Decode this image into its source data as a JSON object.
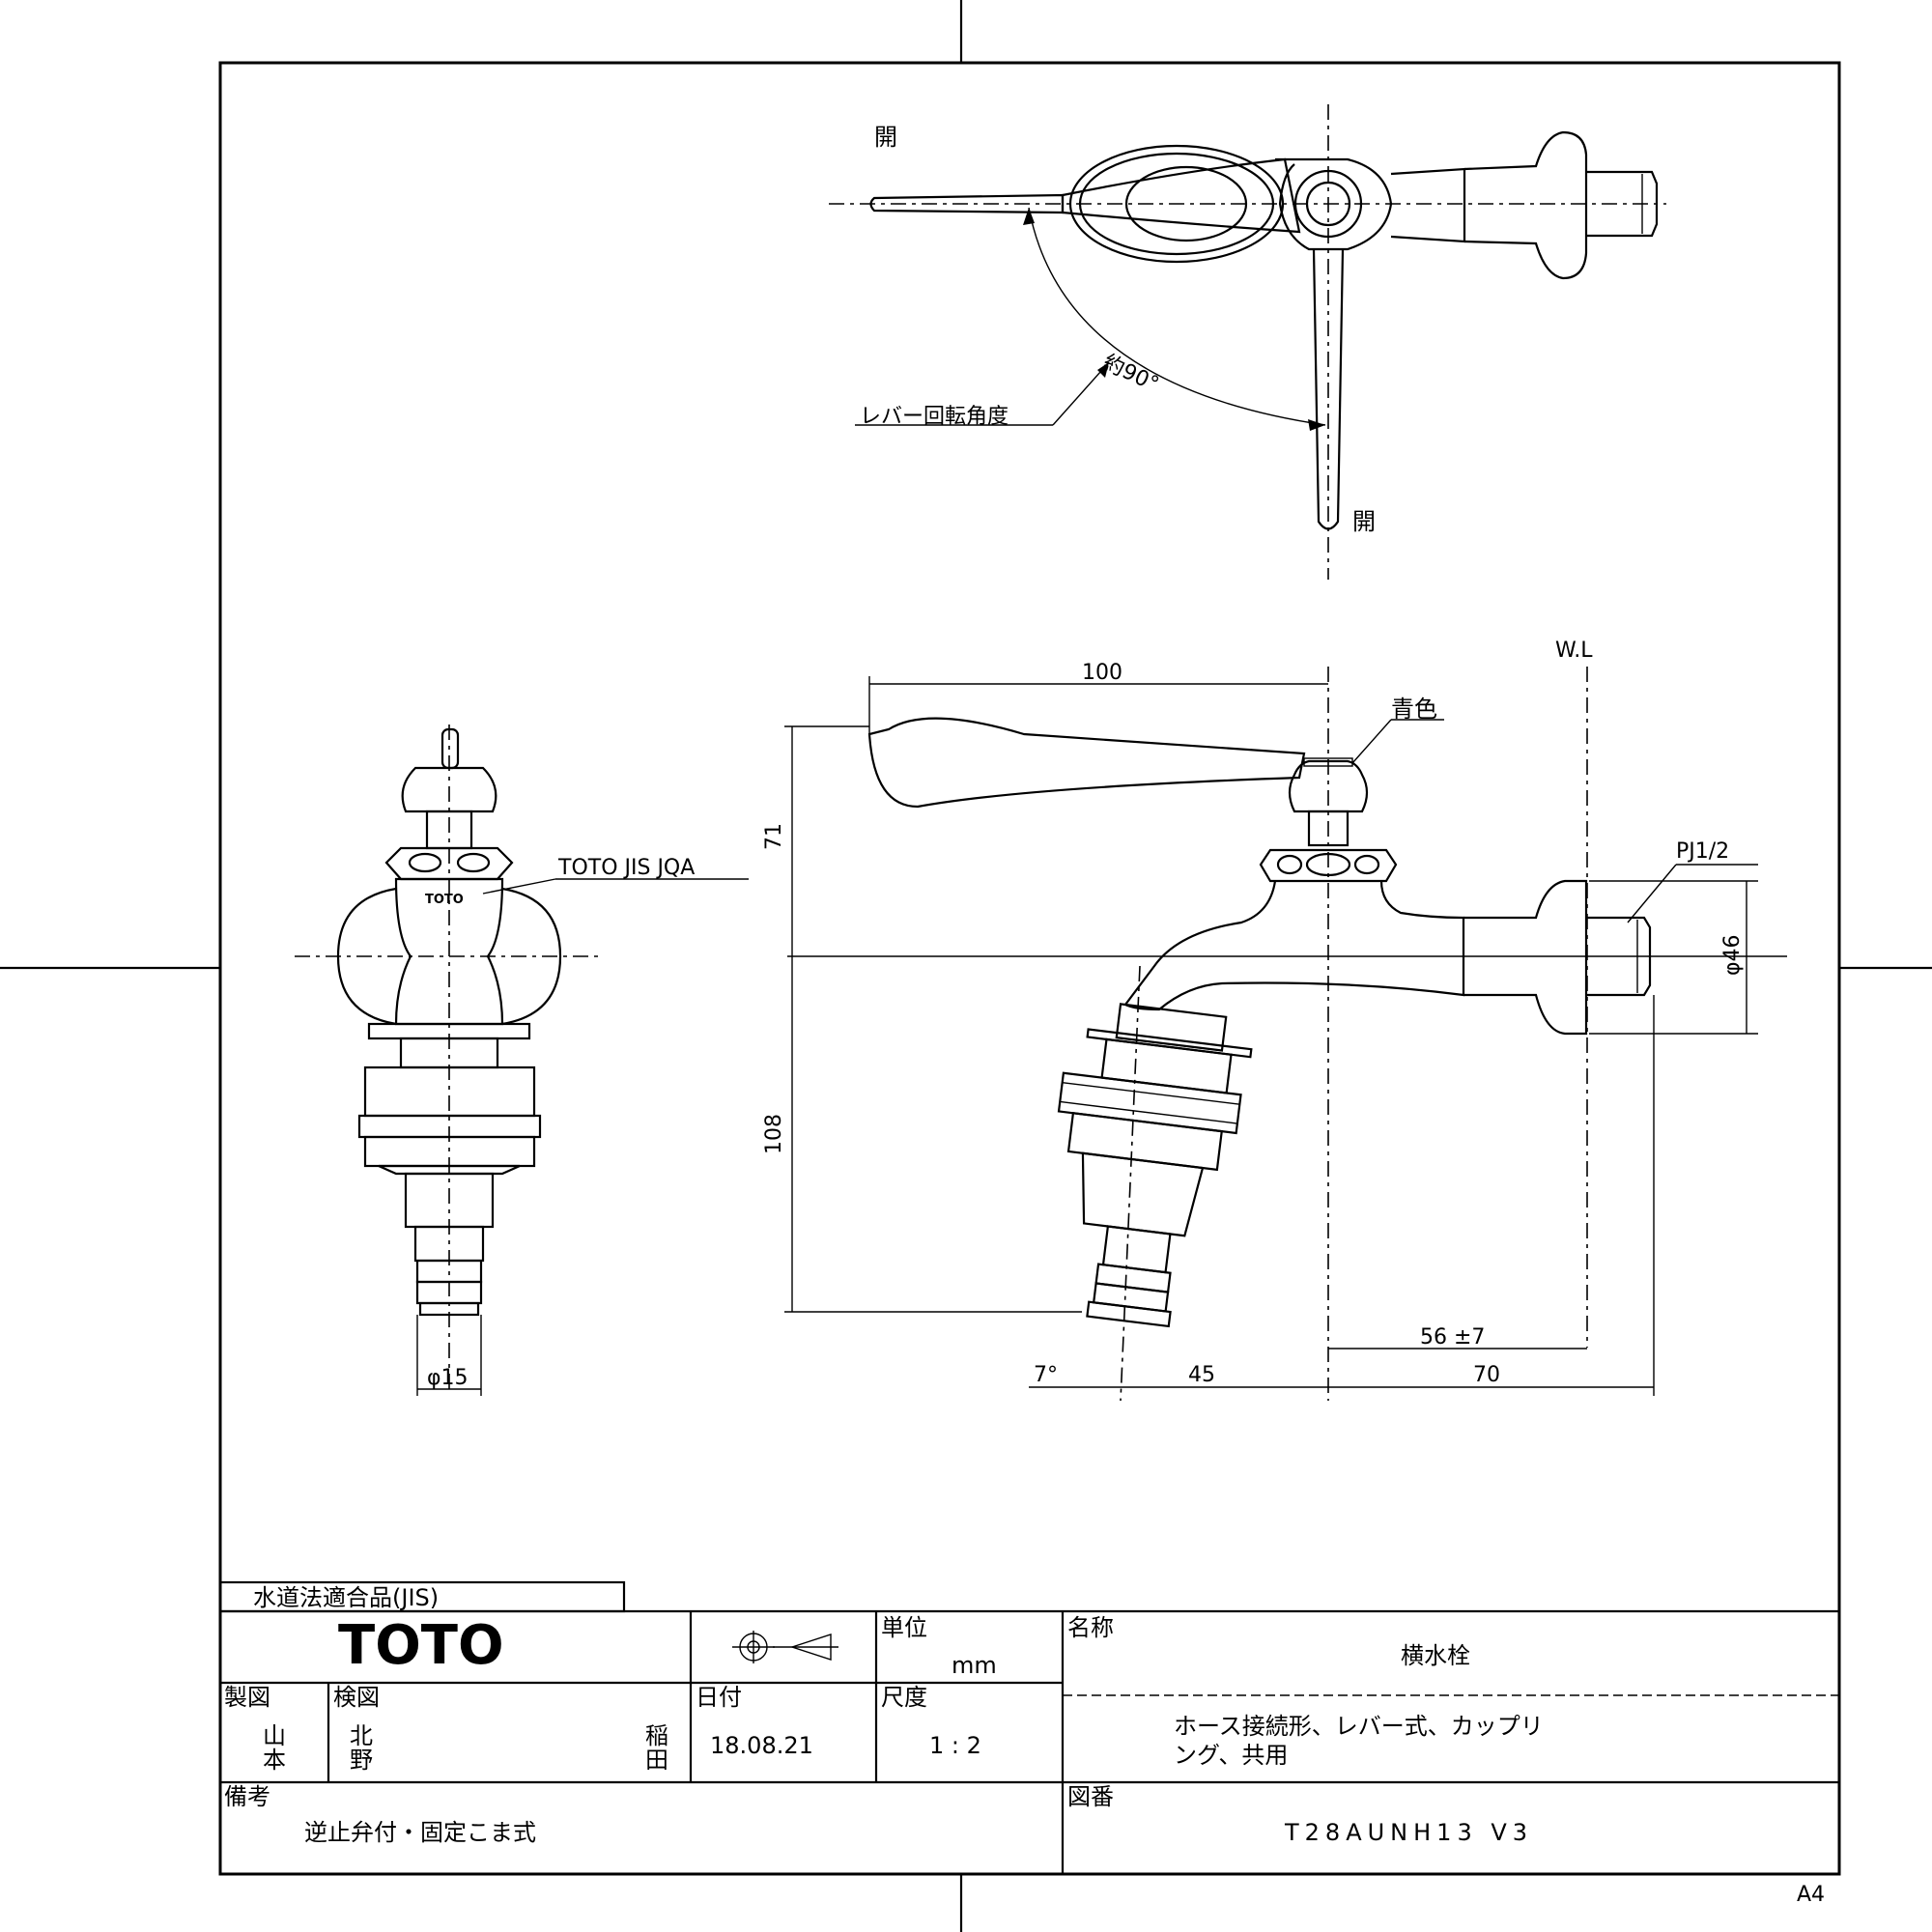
{
  "top_view": {
    "open_label_1": "開",
    "open_label_2": "開",
    "angle_label": "約90°",
    "rotation_label": "レバー回転角度"
  },
  "side_view": {
    "wl_label": "W.L",
    "dim_100": "100",
    "blue_label": "青色",
    "pj_label": "PJ1/2",
    "dim_71": "71",
    "dim_108": "108",
    "dim_phi46": "φ46",
    "dim_56": "56 ±7",
    "dim_7deg": "7°",
    "dim_45": "45",
    "dim_70": "70"
  },
  "front_view": {
    "marking_label": "TOTO JIS JQA",
    "logo_small": "TOTO",
    "dim_phi15": "φ15"
  },
  "title_block": {
    "compliance": "水道法適合品(JIS)",
    "logo": "TOTO",
    "unit_header": "単位",
    "unit_value": "mm",
    "name_header": "名称",
    "name_value": "横水栓",
    "desc_line1": "ホース接続形、レバー式、カップリ",
    "desc_line2": "ング、共用",
    "drawn_header": "製図",
    "drawn_char1": "山",
    "drawn_char2": "本",
    "checked_header": "検図",
    "checked_char1": "北",
    "checked_char2": "野",
    "checked_char3": "稲",
    "checked_char4": "田",
    "date_header": "日付",
    "date_value": "18.08.21",
    "scale_header": "尺度",
    "scale_value": "1 : 2",
    "notes_header": "備考",
    "notes_value": "逆止弁付・固定こま式",
    "drawing_no_header": "図番",
    "drawing_no_value": "T28AUNH13 V3"
  },
  "paper_size": "A4"
}
